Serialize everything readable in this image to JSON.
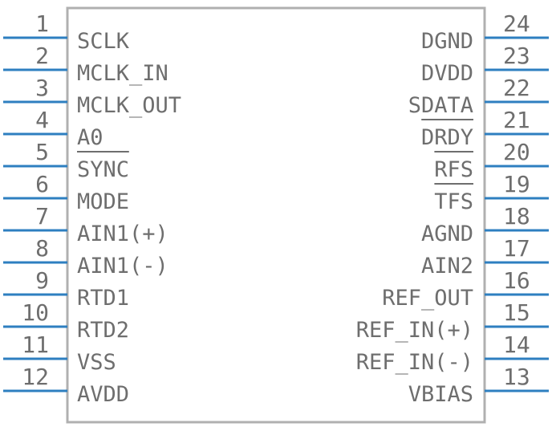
{
  "component": {
    "body_color": "#b0b0b0",
    "pin_color": "#2e7fc0",
    "text_color": "#6e6e6e",
    "left_pins": [
      {
        "number": "1",
        "label": "SCLK",
        "overbar": false
      },
      {
        "number": "2",
        "label": "MCLK_IN",
        "overbar": false
      },
      {
        "number": "3",
        "label": "MCLK_OUT",
        "overbar": false
      },
      {
        "number": "4",
        "label": "A0",
        "overbar": false
      },
      {
        "number": "5",
        "label": "SYNC",
        "overbar": true
      },
      {
        "number": "6",
        "label": "MODE",
        "overbar": false
      },
      {
        "number": "7",
        "label": "AIN1(+)",
        "overbar": false
      },
      {
        "number": "8",
        "label": "AIN1(-)",
        "overbar": false
      },
      {
        "number": "9",
        "label": "RTD1",
        "overbar": false
      },
      {
        "number": "10",
        "label": "RTD2",
        "overbar": false
      },
      {
        "number": "11",
        "label": "VSS",
        "overbar": false
      },
      {
        "number": "12",
        "label": "AVDD",
        "overbar": false
      }
    ],
    "right_pins": [
      {
        "number": "24",
        "label": "DGND",
        "overbar": false
      },
      {
        "number": "23",
        "label": "DVDD",
        "overbar": false
      },
      {
        "number": "22",
        "label": "SDATA",
        "overbar": false
      },
      {
        "number": "21",
        "label": "DRDY",
        "overbar": true
      },
      {
        "number": "20",
        "label": "RFS",
        "overbar": true
      },
      {
        "number": "19",
        "label": "TFS",
        "overbar": true
      },
      {
        "number": "18",
        "label": "AGND",
        "overbar": false
      },
      {
        "number": "17",
        "label": "AIN2",
        "overbar": false
      },
      {
        "number": "16",
        "label": "REF_OUT",
        "overbar": false
      },
      {
        "number": "15",
        "label": "REF_IN(+)",
        "overbar": false
      },
      {
        "number": "14",
        "label": "REF_IN(-)",
        "overbar": false
      },
      {
        "number": "13",
        "label": "VBIAS",
        "overbar": false
      }
    ]
  }
}
